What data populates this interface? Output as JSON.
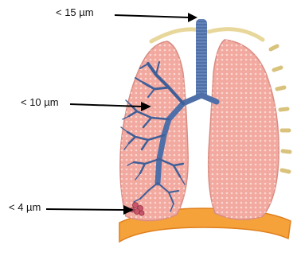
{
  "labels": {
    "trachea": "< 15 µm",
    "bronchi": "< 10 µm",
    "alveoli": "< 4 µm"
  },
  "colors": {
    "lung_fill": "#f2a9a0",
    "lung_tissue": "#f7c4bb",
    "lung_outline": "#d98c82",
    "airway": "#4f6fa8",
    "airway_dark": "#2f4f86",
    "airway_light": "#7d98c8",
    "diaphragm": "#f5a23a",
    "diaphragm_dark": "#e07f1d",
    "ribs": "#e8d79a",
    "ribs_dark": "#c9b468",
    "alveoli": "#c9566a",
    "arrow": "#000000"
  },
  "icons": {
    "trachea": "trachea-icon",
    "left-lung": "left-lung-icon",
    "right-lung": "right-lung-icon",
    "diaphragm": "diaphragm-icon",
    "alveoli": "alveoli-cluster-icon"
  }
}
